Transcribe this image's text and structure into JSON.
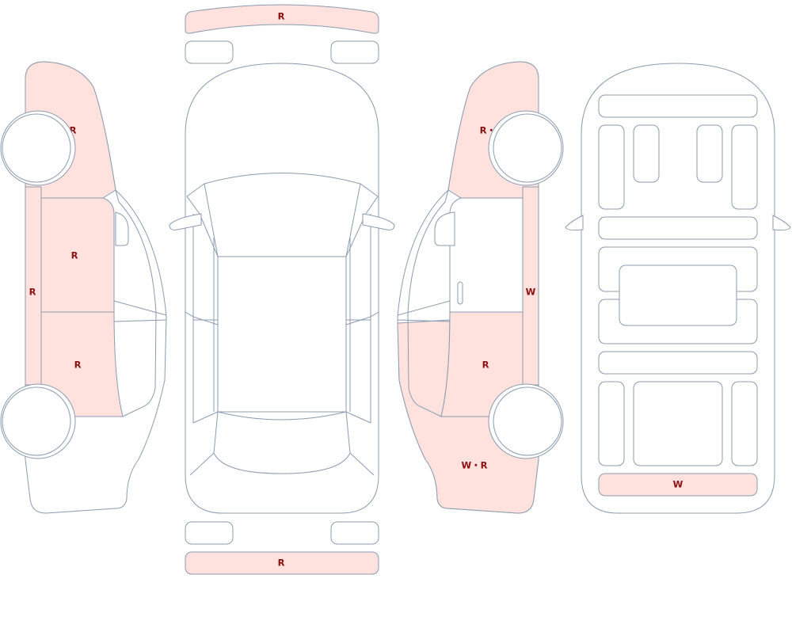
{
  "colors": {
    "outline": "#8a9bb0",
    "marked_fill": "#ffe1de",
    "label": "#8b1010"
  },
  "labels": {
    "front_bumper": "R",
    "rear_bumper": "R",
    "left_front_fender": "R",
    "left_rocker": "R",
    "left_front_door": "R",
    "left_rear_door": "R",
    "right_front_fender": "R・P",
    "right_rocker": "W",
    "right_rear_door": "R",
    "right_quarter": "W・R",
    "floor_rear_panel": "W"
  }
}
